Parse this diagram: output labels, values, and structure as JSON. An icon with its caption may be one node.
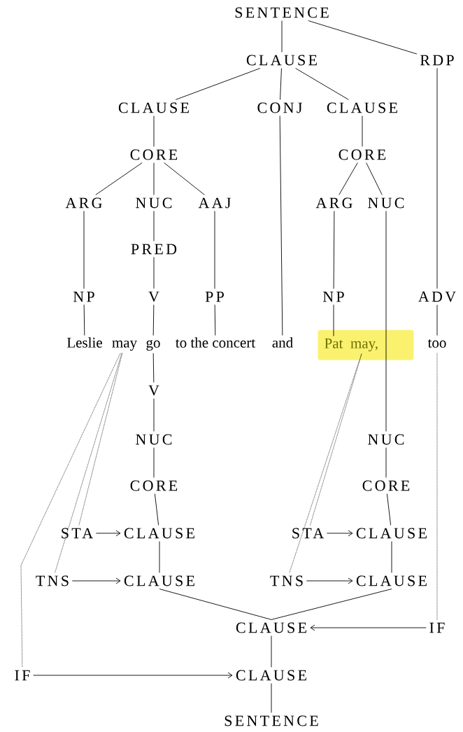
{
  "diagram": {
    "nodes": [
      {
        "text": [
          "SENTENCE"
        ]
      },
      {
        "text": [
          "CLAUSE"
        ]
      },
      {
        "text": [
          "RDP"
        ]
      },
      {
        "text": [
          "CLAUSE"
        ]
      },
      {
        "text": [
          "CONJ"
        ]
      },
      {
        "text": [
          "CLAUSE"
        ]
      },
      {
        "text": [
          "CORE"
        ]
      },
      {
        "text": [
          "CORE"
        ]
      },
      {
        "text": [
          "ARG"
        ]
      },
      {
        "text": [
          "NUC"
        ]
      },
      {
        "text": [
          "AAJ"
        ]
      },
      {
        "text": [
          "ARG"
        ]
      },
      {
        "text": [
          "NUC"
        ]
      },
      {
        "text": [
          "PRED"
        ]
      },
      {
        "text": [
          "NP"
        ]
      },
      {
        "text": [
          "V"
        ]
      },
      {
        "text": [
          "PP"
        ]
      },
      {
        "text": [
          "NP"
        ]
      },
      {
        "text": [
          "ADV"
        ]
      },
      {
        "text": [
          "Leslie"
        ]
      },
      {
        "text": [
          "may"
        ]
      },
      {
        "text": [
          "go"
        ]
      },
      {
        "text": [
          "to the concert"
        ]
      },
      {
        "text": [
          "and"
        ]
      },
      {
        "text": [],
        "shape": "box"
      },
      {
        "text": [
          "Pat"
        ],
        "in": 24
      },
      {
        "text": [
          "may,"
        ],
        "in": 24
      },
      {
        "text": [
          "too"
        ]
      },
      {
        "text": [
          "V"
        ]
      },
      {
        "text": [
          "NUC"
        ]
      },
      {
        "text": [
          "CORE"
        ]
      },
      {
        "text": [
          "STA"
        ]
      },
      {
        "text": [
          "CLAUSE"
        ]
      },
      {
        "text": [
          "NUC"
        ]
      },
      {
        "text": [
          "CORE"
        ]
      },
      {
        "text": [
          "STA"
        ]
      },
      {
        "text": [
          "CLAUSE"
        ]
      },
      {
        "text": [
          "TNS"
        ]
      },
      {
        "text": [
          "CLAUSE"
        ]
      },
      {
        "text": [
          "TNS"
        ]
      },
      {
        "text": [
          "CLAUSE"
        ]
      },
      {
        "text": [
          "CLAUSE"
        ]
      },
      {
        "text": [
          "IF"
        ]
      },
      {
        "text": [
          "IF"
        ]
      },
      {
        "text": [
          "CLAUSE"
        ]
      },
      {
        "text": [
          "SENTENCE"
        ]
      }
    ],
    "edges": [
      {
        "from": 0,
        "to": 1,
        "arrow": "none"
      },
      {
        "from": 0,
        "to": 2,
        "arrow": "none"
      },
      {
        "from": 1,
        "to": 3,
        "arrow": "none"
      },
      {
        "from": 1,
        "to": 4,
        "arrow": "none"
      },
      {
        "from": 1,
        "to": 5,
        "arrow": "none"
      },
      {
        "from": 3,
        "to": 6,
        "arrow": "none"
      },
      {
        "from": 5,
        "to": 7,
        "arrow": "none"
      },
      {
        "from": 6,
        "to": 8,
        "arrow": "none"
      },
      {
        "from": 6,
        "to": 9,
        "arrow": "none"
      },
      {
        "from": 6,
        "to": 10,
        "arrow": "none"
      },
      {
        "from": 7,
        "to": 11,
        "arrow": "none"
      },
      {
        "from": 7,
        "to": 12,
        "arrow": "none"
      },
      {
        "from": 9,
        "to": 13,
        "arrow": "none"
      },
      {
        "from": 8,
        "to": 14,
        "arrow": "none"
      },
      {
        "from": 13,
        "to": 15,
        "arrow": "none"
      },
      {
        "from": 10,
        "to": 16,
        "arrow": "none"
      },
      {
        "from": 11,
        "to": 17,
        "arrow": "none"
      },
      {
        "from": 2,
        "to": 18,
        "arrow": "none"
      },
      {
        "from": 14,
        "to": 19,
        "arrow": "none"
      },
      {
        "from": 15,
        "to": 21,
        "arrow": "none"
      },
      {
        "from": 16,
        "to": 22,
        "arrow": "none"
      },
      {
        "from": 4,
        "to": 23,
        "arrow": "none"
      },
      {
        "from": 17,
        "to": 25,
        "arrow": "none"
      },
      {
        "from": 18,
        "to": 27,
        "arrow": "none"
      },
      {
        "from": 12,
        "to": 33,
        "arrow": "none"
      },
      {
        "from": 21,
        "to": 28,
        "arrow": "none"
      },
      {
        "from": 28,
        "to": 29,
        "arrow": "none"
      },
      {
        "from": 29,
        "to": 30,
        "arrow": "none"
      },
      {
        "from": 30,
        "to": 32,
        "arrow": "none"
      },
      {
        "from": 33,
        "to": 34,
        "arrow": "none"
      },
      {
        "from": 34,
        "to": 36,
        "arrow": "none"
      },
      {
        "from": 31,
        "to": 32,
        "arrow": "to"
      },
      {
        "from": 35,
        "to": 36,
        "arrow": "to"
      },
      {
        "from": 32,
        "to": 38,
        "arrow": "none"
      },
      {
        "from": 36,
        "to": 40,
        "arrow": "none"
      },
      {
        "from": 37,
        "to": 38,
        "arrow": "to"
      },
      {
        "from": 39,
        "to": 40,
        "arrow": "to"
      },
      {
        "from": 38,
        "to": 41,
        "arrow": "none"
      },
      {
        "from": 40,
        "to": 41,
        "arrow": "none"
      },
      {
        "from": 42,
        "to": 41,
        "arrow": "to"
      },
      {
        "from": 41,
        "to": 44,
        "arrow": "none"
      },
      {
        "from": 43,
        "to": 44,
        "arrow": "to"
      },
      {
        "from": 44,
        "to": 45,
        "arrow": "none"
      },
      {
        "from": 20,
        "to": 31,
        "arrow": "none",
        "style": "dashed"
      },
      {
        "from": 20,
        "to": 37,
        "arrow": "none",
        "style": "dashed"
      },
      {
        "from": 20,
        "to": 43,
        "arrow": "none",
        "style": "dashed"
      },
      {
        "from": 26,
        "to": 35,
        "arrow": "none",
        "style": "dashed"
      },
      {
        "from": 26,
        "to": 39,
        "arrow": "none",
        "style": "dashed"
      },
      {
        "from": 27,
        "to": 42,
        "arrow": "none",
        "style": "dashed"
      }
    ]
  }
}
